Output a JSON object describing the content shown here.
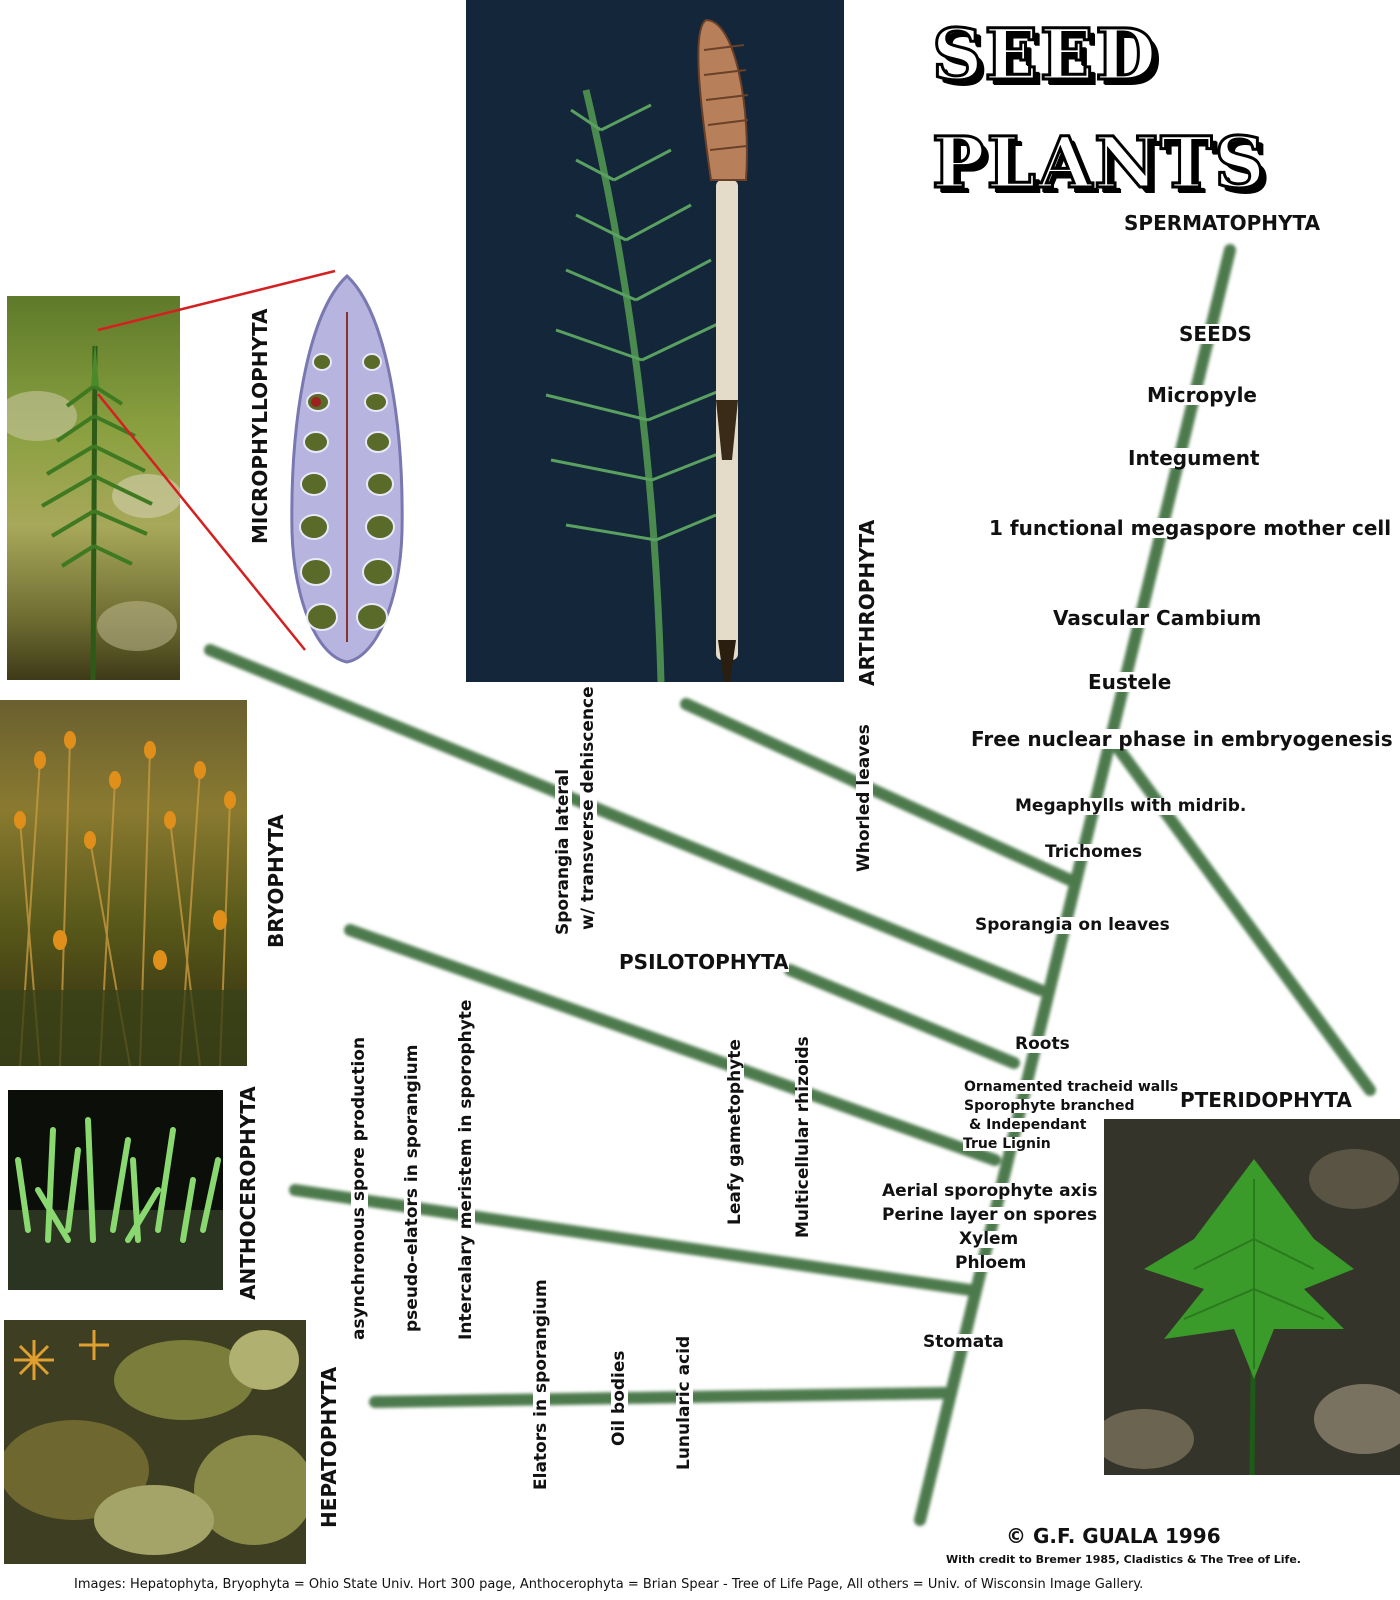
{
  "title": {
    "line1": "SEED",
    "line2": "PLANTS"
  },
  "clades": {
    "spermatophyta": "SPERMATOPHYTA",
    "pteridophyta": "PTERIDOPHYTA",
    "arthrophyta": "ARTHROPHYTA",
    "microphyllophyta": "MICROPHYLLOPHYTA",
    "psilotophyta": "PSILOTOPHYTA",
    "bryophyta": "BRYOPHYTA",
    "anthocerophyta": "ANTHOCEROPHYTA",
    "hepatophyta": "HEPATOPHYTA"
  },
  "trunk_characters": {
    "seeds": "SEEDS",
    "micropyle": "Micropyle",
    "integument": "Integument",
    "megaspore": "1 functional megaspore mother cell",
    "vascular_cambium": "Vascular Cambium",
    "eustele": "Eustele",
    "free_nuclear": "Free nuclear phase in embryogenesis",
    "megaphylls": "Megaphylls with  midrib.",
    "trichomes": "Trichomes",
    "sporangia_leaves": "Sporangia on leaves",
    "roots": "Roots",
    "ornamented": "Ornamented tracheid walls",
    "sporophyte_branched": "Sporophyte branched",
    "independant": "& Independant",
    "true_lignin": "True Lignin",
    "aerial": "Aerial sporophyte axis",
    "perine": "Perine layer on spores",
    "xylem": "Xylem",
    "phloem": "Phloem",
    "stomata": "Stomata"
  },
  "branch_characters": {
    "sporangia_lateral_1": "Sporangia lateral",
    "sporangia_lateral_2": "w/ transverse dehiscence",
    "whorled_leaves": "Whorled leaves",
    "leafy_gametophyte": "Leafy gametophyte",
    "multicellular_rhizoids": "Multicellular rhizoids",
    "asynchronous": "asynchronous spore production",
    "pseudo_elators": "pseudo-elators in sporangium",
    "intercalary": "Intercalary meristem in sporophyte",
    "elators": "Elators in sporangium",
    "oil_bodies": "Oil bodies",
    "lunularic": "Lunularic acid"
  },
  "credits": {
    "copyright": "© G.F. GUALA 1996",
    "bremer": "With credit to Bremer 1985, Cladistics &  The Tree of Life.",
    "images": "Images: Hepatophyta, Bryophyta = Ohio State Univ. Hort 300 page, Anthocerophyta = Brian Spear - Tree of Life Page, All others = Univ. of Wisconsin Image Gallery."
  },
  "colors": {
    "branch": "#4e7a4e",
    "background": "#ffffff",
    "pointer": "#d42020"
  }
}
